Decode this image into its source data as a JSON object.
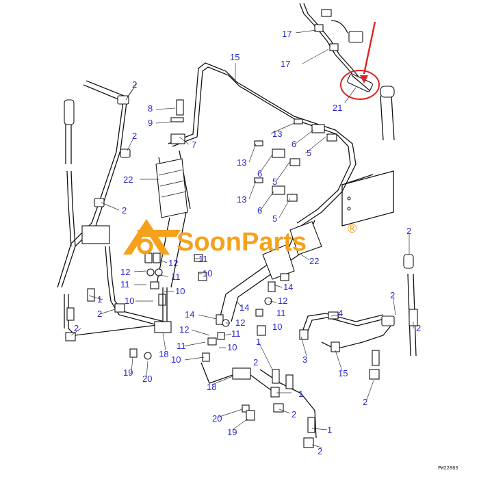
{
  "colors": {
    "callout": "#2a2ad0",
    "brand": "#f5a11c",
    "highlight": "#e02020",
    "line": "#111111"
  },
  "watermark": {
    "brand": "SoonParts",
    "registered": "®"
  },
  "drawing_code": "PW22883",
  "callouts": [
    {
      "label": "17"
    },
    {
      "label": "17"
    },
    {
      "label": "21"
    },
    {
      "label": "15"
    },
    {
      "label": "2"
    },
    {
      "label": "8"
    },
    {
      "label": "9"
    },
    {
      "label": "7"
    },
    {
      "label": "2"
    },
    {
      "label": "22"
    },
    {
      "label": "2"
    },
    {
      "label": "13"
    },
    {
      "label": "13"
    },
    {
      "label": "13"
    },
    {
      "label": "6"
    },
    {
      "label": "5"
    },
    {
      "label": "6"
    },
    {
      "label": "5"
    },
    {
      "label": "6"
    },
    {
      "label": "5"
    },
    {
      "label": "12"
    },
    {
      "label": "12"
    },
    {
      "label": "11"
    },
    {
      "label": "11"
    },
    {
      "label": "11"
    },
    {
      "label": "10"
    },
    {
      "label": "10"
    },
    {
      "label": "10"
    },
    {
      "label": "1"
    },
    {
      "label": "2"
    },
    {
      "label": "2"
    },
    {
      "label": "18"
    },
    {
      "label": "19"
    },
    {
      "label": "20"
    },
    {
      "label": "22"
    },
    {
      "label": "14"
    },
    {
      "label": "14"
    },
    {
      "label": "14"
    },
    {
      "label": "12"
    },
    {
      "label": "12"
    },
    {
      "label": "11"
    },
    {
      "label": "11"
    },
    {
      "label": "12"
    },
    {
      "label": "11"
    },
    {
      "label": "10"
    },
    {
      "label": "10"
    },
    {
      "label": "10"
    },
    {
      "label": "1"
    },
    {
      "label": "2"
    },
    {
      "label": "18"
    },
    {
      "label": "3"
    },
    {
      "label": "4"
    },
    {
      "label": "15"
    },
    {
      "label": "1"
    },
    {
      "label": "2"
    },
    {
      "label": "20"
    },
    {
      "label": "19"
    },
    {
      "label": "1"
    },
    {
      "label": "2"
    },
    {
      "label": "2"
    },
    {
      "label": "2"
    },
    {
      "label": "2"
    },
    {
      "label": "2"
    }
  ]
}
